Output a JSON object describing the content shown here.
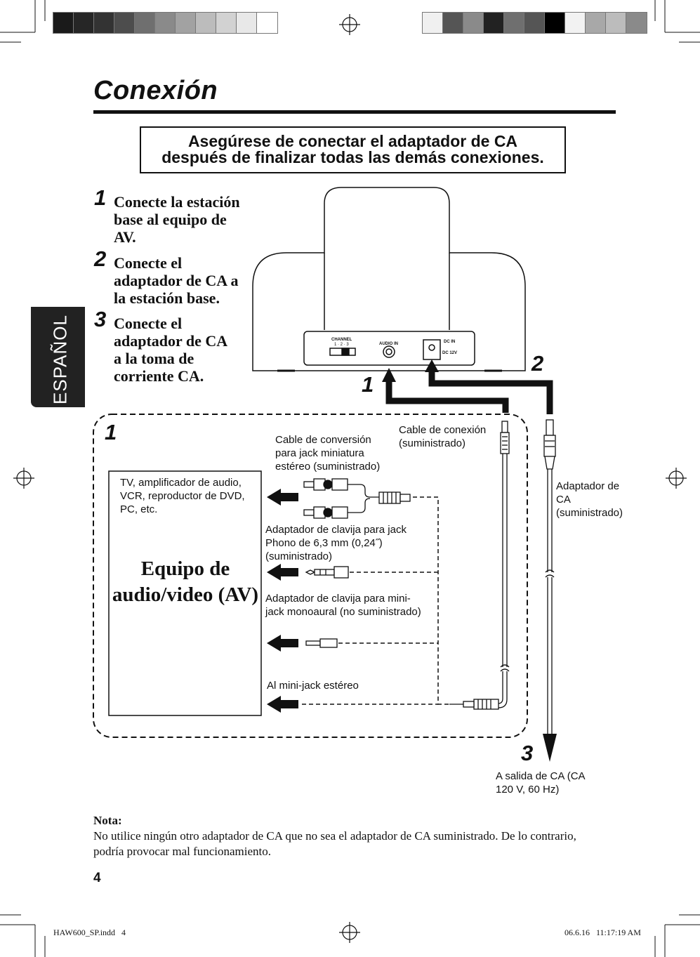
{
  "page": {
    "title": "Conexión",
    "warning": {
      "line1": "Asegúrese de conectar el adaptador de CA",
      "line2": "después de finalizar todas las demás conexiones."
    },
    "side_tab": "ESPAÑOL",
    "steps": [
      {
        "num": "1",
        "text": "Conecte la estación base al equipo de AV."
      },
      {
        "num": "2",
        "text": "Conecte el adaptador de CA a la estación base."
      },
      {
        "num": "3",
        "text": "Conecte el adaptador de CA a la toma de corriente CA."
      }
    ],
    "device_labels": {
      "channel": "CHANNEL",
      "channel_positions": "1 · 2 · 3",
      "audio_in": "AUDIO IN",
      "dc_in": "DC IN",
      "dc_spec": "DC 12V"
    },
    "callouts": {
      "n1_device": "1",
      "n2_device": "2",
      "n1_box": "1",
      "n3": "3"
    },
    "labels": {
      "conversion_cable": "Cable de conversión para jack miniatura estéreo (suministrado)",
      "connection_cable": "Cable de conexión (suministrado)",
      "ac_adapter": "Adaptador de CA (suministrado)",
      "av_examples": "TV, amplificador de audio, VCR, reproductor de DVD, PC, etc.",
      "av_equipment": "Equipo de audio/video (AV)",
      "phono_adapter": "Adaptador de clavija para jack Phono de 6,3 mm (0,24˝) (suministrado)",
      "mono_adapter": "Adaptador de clavija para mini-jack monoaural (no suministrado)",
      "stereo_jack": "Al mini-jack estéreo",
      "ac_outlet": "A salida de CA (CA 120 V, 60 Hz)"
    },
    "note": {
      "heading": "Nota:",
      "body": "No utilice ningún otro adaptador de CA que no sea el adaptador de CA suministrado. De lo contrario, podría provocar mal funcionamiento."
    },
    "page_number": "4",
    "footer": {
      "file": "HAW600_SP.indd   4",
      "timestamp": "06.6.16   11:17:19 AM"
    },
    "colors": {
      "ink": "#111111",
      "tab_bg": "#222222",
      "swatches_left": [
        "#1a1a1a",
        "#262626",
        "#333333",
        "#4d4d4d",
        "#6f6f6f",
        "#8a8a8a",
        "#a2a2a2",
        "#bcbcbc",
        "#d2d2d2",
        "#e8e8e8",
        "#ffffff"
      ],
      "swatches_right": [
        "#f0f0f0",
        "#555555",
        "#8a8a8a",
        "#222222",
        "#6f6f6f",
        "#555555",
        "#000000",
        "#f2f2f2",
        "#a8a8a8",
        "#bcbcbc",
        "#8a8a8a"
      ]
    }
  }
}
